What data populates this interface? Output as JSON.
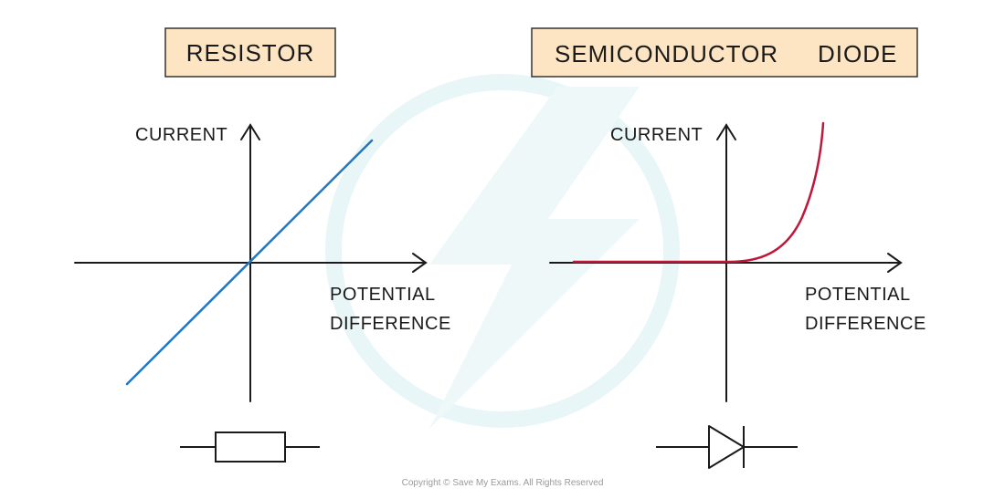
{
  "left_panel": {
    "title": "RESISTOR",
    "y_label": "CURRENT",
    "x_label_line1": "POTENTIAL",
    "x_label_line2": "DIFFERENCE",
    "curve_color": "#1f78c1",
    "symbol_icon": "resistor-symbol-icon"
  },
  "right_panel": {
    "title_word1": "SEMICONDUCTOR",
    "title_word2": "DIODE",
    "y_label": "CURRENT",
    "x_label_line1": "POTENTIAL",
    "x_label_line2": "DIFFERENCE",
    "curve_color": "#c0163a",
    "symbol_icon": "diode-symbol-icon"
  },
  "colors": {
    "title_box_fill": "#fde5c4",
    "title_box_stroke": "#333333",
    "axis": "#1a1a1a",
    "watermark": "#e6f4f6"
  },
  "footer": {
    "copyright": "Copyright © Save My Exams. All Rights Reserved"
  }
}
